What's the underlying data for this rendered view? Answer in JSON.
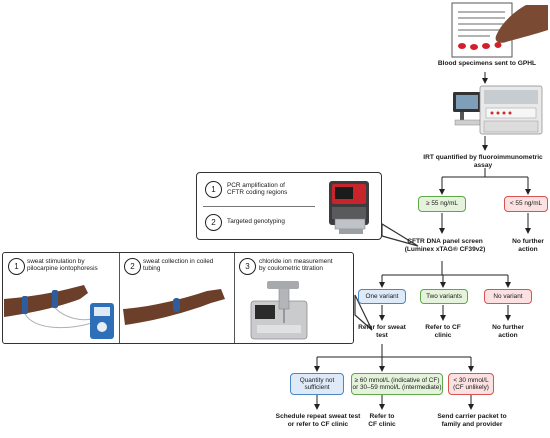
{
  "top": {
    "blood_label": "Blood specimens sent to GPHL",
    "irt_label": "IRT quantified by fluoroimmunometric assay"
  },
  "irt_branch": {
    "ge55": "≥ 55 ng/mL",
    "lt55": "< 55 ng/mL",
    "dna_line1": "CFTR DNA panel screen",
    "dna_line2": "(Luminex xTAG® CF39v2)",
    "no_further": "No further action"
  },
  "pcr_panel": {
    "step1_num": "1",
    "step1_line1": "PCR amplification of",
    "step1_line2": "CFTR coding regions",
    "step2_num": "2",
    "step2_label": "Targeted genotyping"
  },
  "variants": {
    "one": "One variant",
    "two": "Two variants",
    "none": "No variant",
    "refer_sweat": "Refer for sweat test",
    "refer_cf": "Refer to CF clinic",
    "no_further": "No further action"
  },
  "sweat_panel": {
    "step1_num": "1",
    "step1_line1": "sweat stimulation by",
    "step1_line2": "pilocarpine iontophoresis",
    "step2_num": "2",
    "step2_line1": "sweat collection in coiled",
    "step2_line2": "tubing",
    "step3_num": "3",
    "step3_line1": "chloride ion measurement",
    "step3_line2": "by coulometric titration"
  },
  "sweat_results": {
    "qns_line1": "Quantity not",
    "qns_line2": "sufficient",
    "cf_line1": "≥ 60 mmol/L (indicative of CF)",
    "cf_line2": "or 30–59 mmol/L (intermediate)",
    "neg_line1": "< 30 mmol/L",
    "neg_line2": "(CF unlikely)",
    "outcome_qns_line1": "Schedule repeat sweat test",
    "outcome_qns_line2": "or refer to CF clinic",
    "outcome_cf_line1": "Refer to",
    "outcome_cf_line2": "CF clinic",
    "outcome_neg_line1": "Send carrier packet to",
    "outcome_neg_line2": "family and provider"
  },
  "colors": {
    "green_fill": "#e5f3dc",
    "green_border": "#5fa84a",
    "red_fill": "#fbe1e1",
    "red_border": "#d9534f",
    "blue_fill": "#deeaf7",
    "blue_border": "#4a86c5",
    "line": "#222222"
  }
}
